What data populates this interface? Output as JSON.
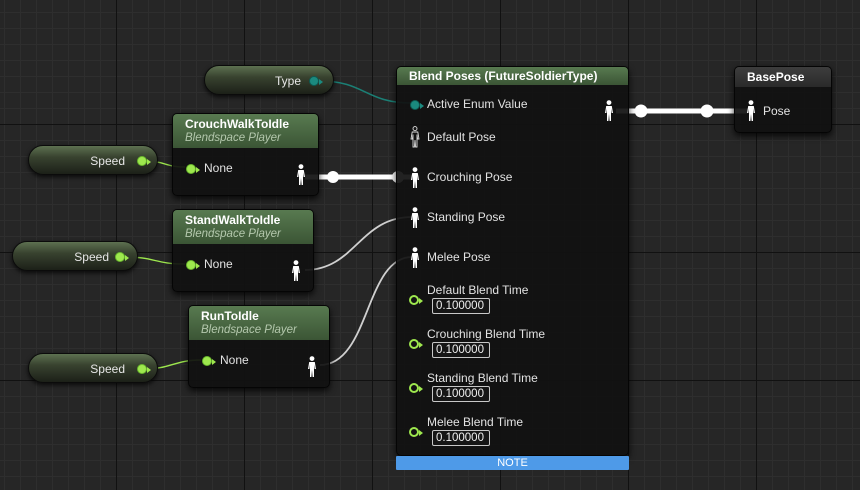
{
  "graph": {
    "variables": [
      {
        "id": "type",
        "label": "Type"
      },
      {
        "id": "speed1",
        "label": "Speed"
      },
      {
        "id": "speed2",
        "label": "Speed"
      },
      {
        "id": "speed3",
        "label": "Speed"
      }
    ],
    "players": [
      {
        "id": "crouch",
        "title": "CrouchWalkToIdle",
        "subtitle": "Blendspace Player",
        "input_label": "None"
      },
      {
        "id": "stand",
        "title": "StandWalkToIdle",
        "subtitle": "Blendspace Player",
        "input_label": "None"
      },
      {
        "id": "run",
        "title": "RunToIdle",
        "subtitle": "Blendspace Player",
        "input_label": "None"
      }
    ],
    "blend": {
      "title": "Blend Poses (FutureSoldierType)",
      "active_enum_label": "Active Enum Value",
      "pose_pins": [
        {
          "label": "Default Pose",
          "connected": false
        },
        {
          "label": "Crouching Pose",
          "connected": true
        },
        {
          "label": "Standing Pose",
          "connected": true
        },
        {
          "label": "Melee Pose",
          "connected": true
        }
      ],
      "blend_times": [
        {
          "label": "Default Blend Time",
          "value": "0.100000"
        },
        {
          "label": "Crouching Blend Time",
          "value": "0.100000"
        },
        {
          "label": "Standing Blend Time",
          "value": "0.100000"
        },
        {
          "label": "Melee Blend Time",
          "value": "0.100000"
        }
      ],
      "note_label": "NOTE"
    },
    "result": {
      "title": "BasePose",
      "pin_label": "Pose"
    },
    "colors": {
      "float_pin": "#9ee84e",
      "enum_pin": "#1b8a7f",
      "pose_wire": "#ffffff",
      "anim_header": "#4d6b47",
      "note_bar": "#4e9ae8",
      "canvas": "#262626"
    }
  }
}
